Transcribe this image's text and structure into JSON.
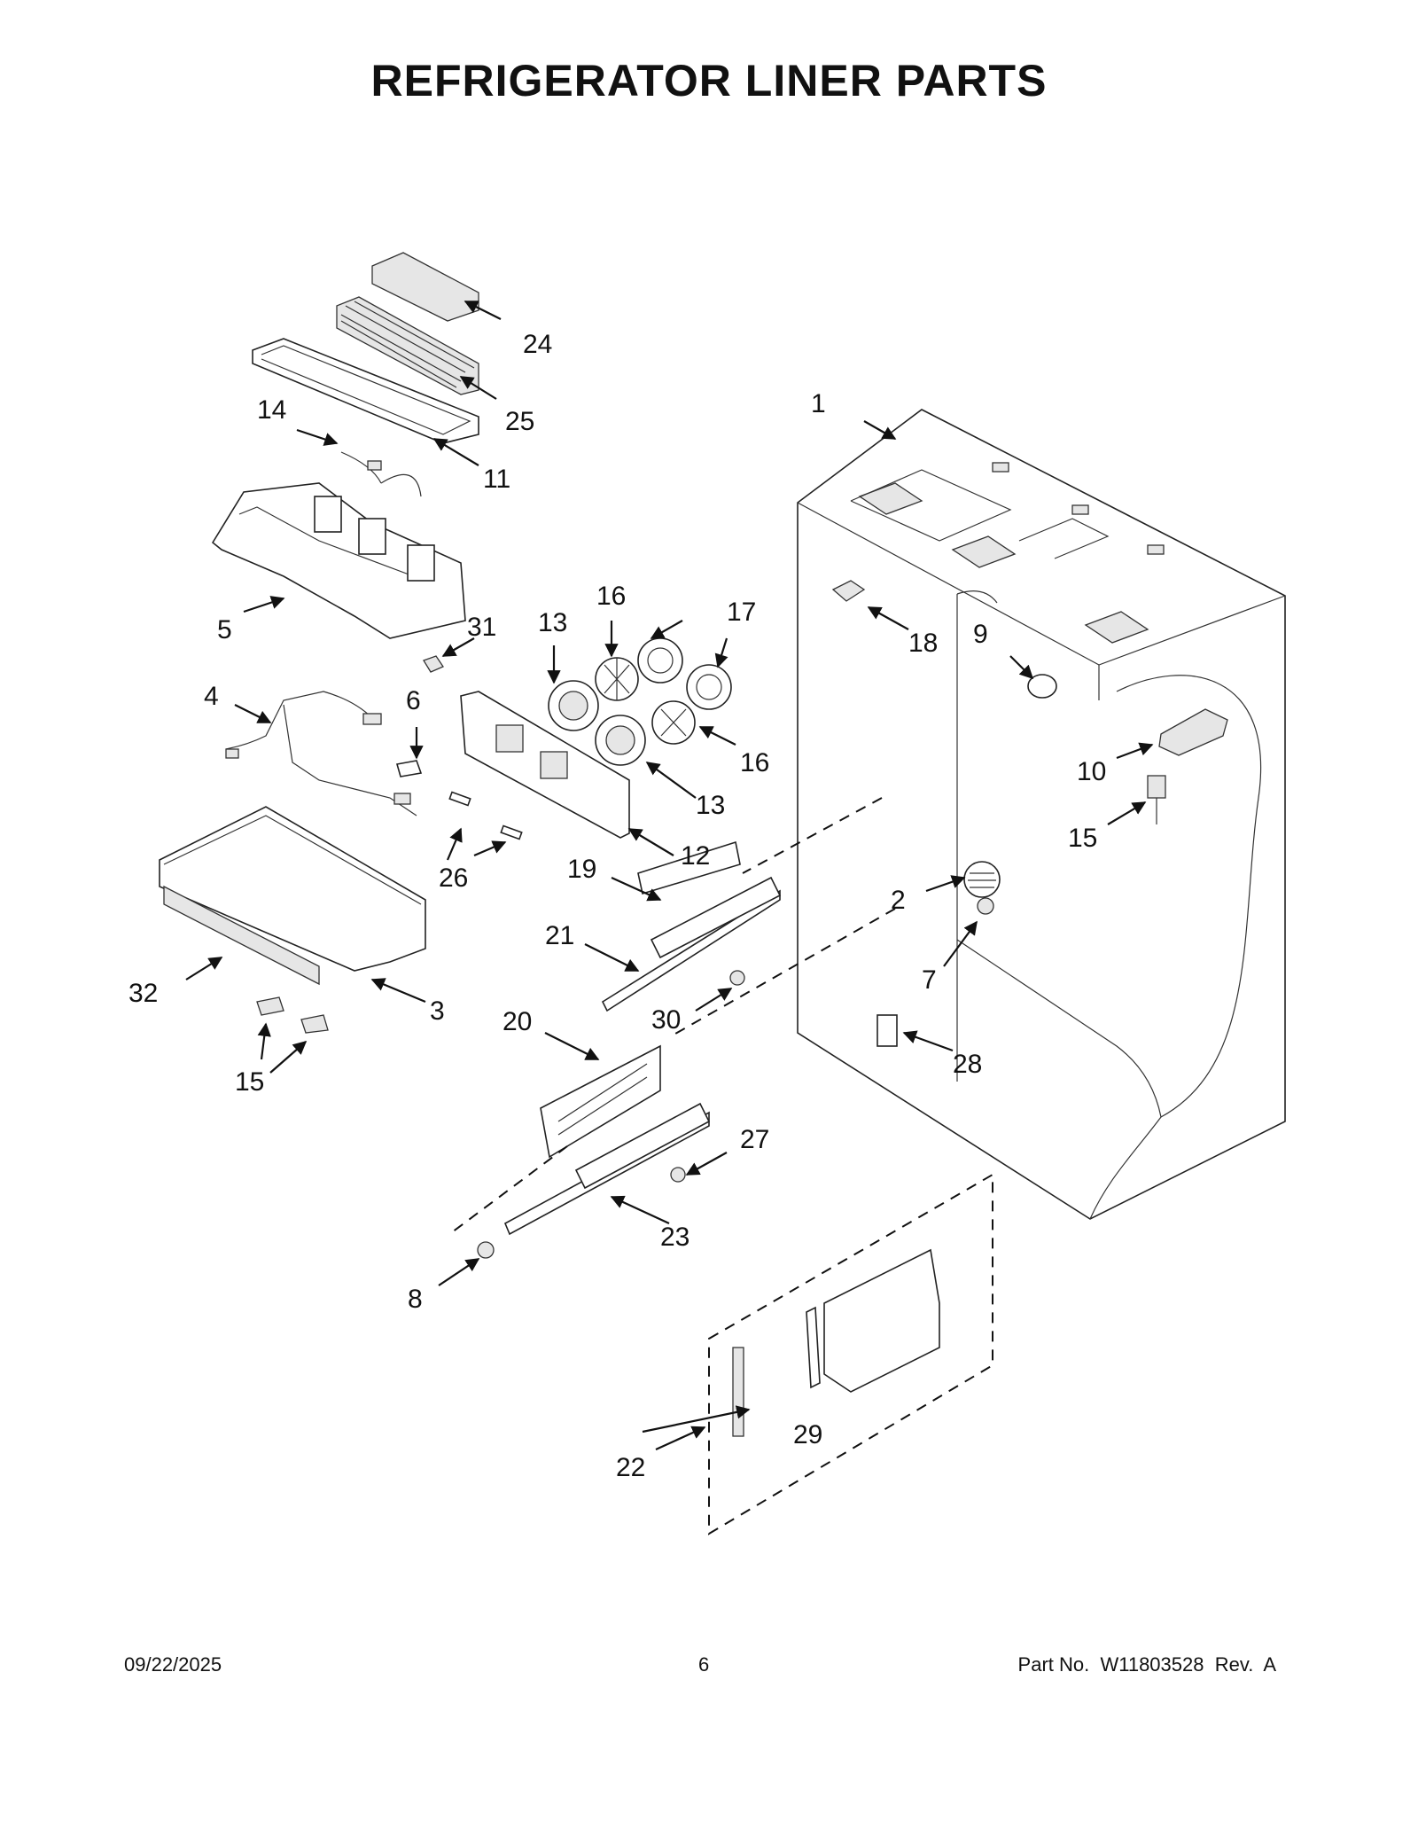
{
  "page": {
    "title": "REFRIGERATOR LINER PARTS",
    "footer": {
      "date": "09/22/2025",
      "page_number": "6",
      "part_number": "Part No.  W11803528  Rev.  A"
    }
  },
  "callouts": [
    {
      "id": "c1",
      "label": "1"
    },
    {
      "id": "c2",
      "label": "2"
    },
    {
      "id": "c3",
      "label": "3"
    },
    {
      "id": "c4",
      "label": "4"
    },
    {
      "id": "c5",
      "label": "5"
    },
    {
      "id": "c6",
      "label": "6"
    },
    {
      "id": "c7",
      "label": "7"
    },
    {
      "id": "c8",
      "label": "8"
    },
    {
      "id": "c9",
      "label": "9"
    },
    {
      "id": "c10",
      "label": "10"
    },
    {
      "id": "c11",
      "label": "11"
    },
    {
      "id": "c12",
      "label": "12"
    },
    {
      "id": "c13a",
      "label": "13"
    },
    {
      "id": "c13b",
      "label": "13"
    },
    {
      "id": "c14",
      "label": "14"
    },
    {
      "id": "c15a",
      "label": "15"
    },
    {
      "id": "c15b",
      "label": "15"
    },
    {
      "id": "c16a",
      "label": "16"
    },
    {
      "id": "c16b",
      "label": "16"
    },
    {
      "id": "c17",
      "label": "17"
    },
    {
      "id": "c18",
      "label": "18"
    },
    {
      "id": "c19",
      "label": "19"
    },
    {
      "id": "c20",
      "label": "20"
    },
    {
      "id": "c21",
      "label": "21"
    },
    {
      "id": "c22",
      "label": "22"
    },
    {
      "id": "c23",
      "label": "23"
    },
    {
      "id": "c24",
      "label": "24"
    },
    {
      "id": "c25",
      "label": "25"
    },
    {
      "id": "c26",
      "label": "26"
    },
    {
      "id": "c27",
      "label": "27"
    },
    {
      "id": "c28",
      "label": "28"
    },
    {
      "id": "c29",
      "label": "29"
    },
    {
      "id": "c30",
      "label": "30"
    },
    {
      "id": "c31",
      "label": "31"
    },
    {
      "id": "c32",
      "label": "32"
    }
  ]
}
